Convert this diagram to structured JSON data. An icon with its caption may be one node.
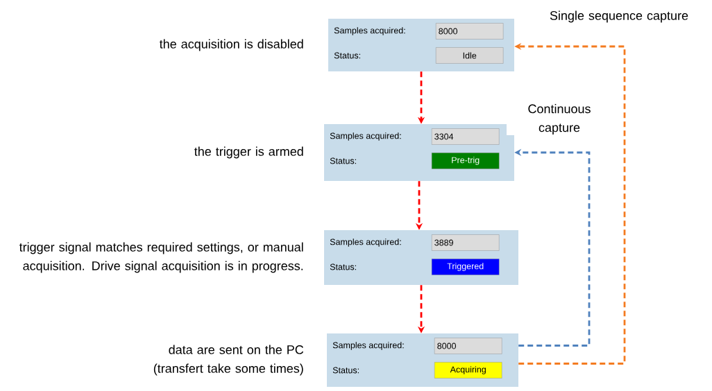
{
  "diagram": {
    "nodes": [
      {
        "text": [
          "Samples acquired:",
          "8000",
          "Status:",
          "Idle"
        ],
        "beside": [
          "the acquisition is disabled"
        ]
      },
      {
        "text": [
          "Samples acquired:",
          "3304",
          "Status:",
          "Pre-trig"
        ],
        "beside": [
          "the trigger is armed"
        ]
      },
      {
        "text": [
          "Samples acquired:",
          "3889",
          "Status:",
          "Triggered"
        ],
        "beside": [
          "trigger signal matches required settings, or manual acquisition. Drive signal acquisition is in progress."
        ]
      },
      {
        "text": [
          "Samples acquired:",
          "8000",
          "Status:",
          "Acquiring"
        ],
        "beside": [
          "data are sent on the PC (transfert take some times)"
        ]
      }
    ],
    "edges": [
      {
        "from": 0,
        "to": 1,
        "arrow": "to",
        "style": "dashed"
      },
      {
        "from": 1,
        "to": 2,
        "arrow": "to",
        "style": "dashed"
      },
      {
        "from": 2,
        "to": 3,
        "arrow": "to",
        "style": "dashed"
      },
      {
        "from": 3,
        "to": 1,
        "arrow": "to",
        "style": "dashed",
        "color": "#4f81bd",
        "label": "Continuous capture"
      },
      {
        "from": 3,
        "to": 0,
        "arrow": "to",
        "style": "dashed",
        "color": "#f47b20",
        "label": "Single sequence capture"
      }
    ]
  }
}
